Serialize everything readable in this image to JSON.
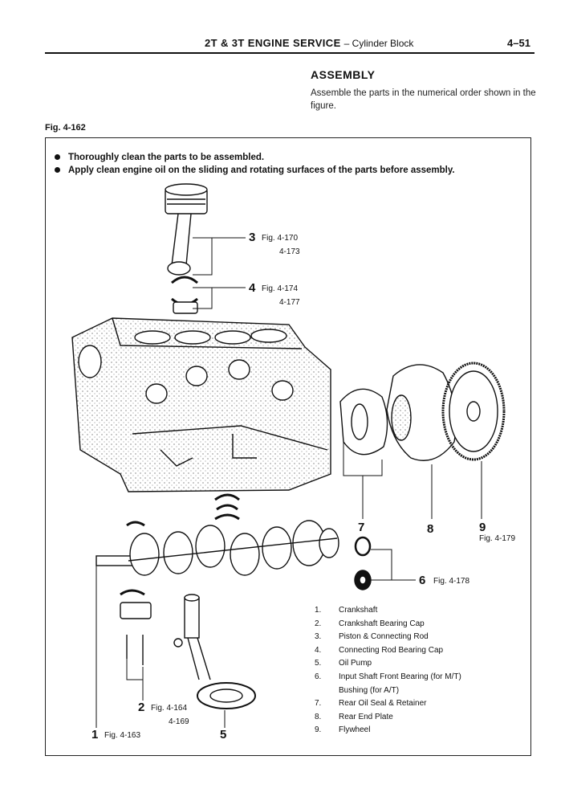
{
  "header": {
    "title": "2T & 3T ENGINE SERVICE",
    "subtitle": "– Cylinder Block",
    "page_number": "4–51"
  },
  "assembly": {
    "title": "ASSEMBLY",
    "text": "Assemble the parts in the numerical order shown in the figure."
  },
  "figure": {
    "label": "Fig. 4-162",
    "notes": [
      "Thoroughly clean the parts to be assembled.",
      "Apply clean engine oil on the sliding and rotating surfaces of the parts before assembly."
    ],
    "callouts": {
      "c3": {
        "num": "3",
        "ref": "Fig. 4-170",
        "ref2": "4-173"
      },
      "c4": {
        "num": "4",
        "ref": "Fig. 4-174",
        "ref2": "4-177"
      },
      "c7": {
        "num": "7"
      },
      "c8": {
        "num": "8"
      },
      "c9": {
        "num": "9",
        "ref": "Fig. 4-179"
      },
      "c6": {
        "num": "6",
        "ref": "Fig. 4-178"
      },
      "c2": {
        "num": "2",
        "ref": "Fig. 4-164",
        "ref2": "4-169"
      },
      "c1": {
        "num": "1",
        "ref": "Fig. 4-163"
      },
      "c5": {
        "num": "5"
      }
    },
    "legend": [
      {
        "n": "1.",
        "text": "Crankshaft"
      },
      {
        "n": "2.",
        "text": "Crankshaft Bearing Cap"
      },
      {
        "n": "3.",
        "text": "Piston & Connecting Rod"
      },
      {
        "n": "4.",
        "text": "Connecting Rod Bearing Cap"
      },
      {
        "n": "5.",
        "text": "Oil Pump"
      },
      {
        "n": "6.",
        "text": "Input Shaft Front Bearing (for M/T)"
      },
      {
        "n": "",
        "text": "Bushing (for A/T)"
      },
      {
        "n": "7.",
        "text": "Rear Oil Seal & Retainer"
      },
      {
        "n": "8.",
        "text": "Rear End Plate"
      },
      {
        "n": "9.",
        "text": "Flywheel"
      }
    ]
  }
}
